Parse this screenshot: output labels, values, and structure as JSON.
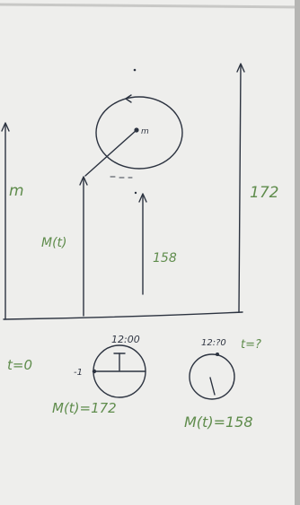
{
  "labels": {
    "m": "m",
    "circle_center": "m",
    "M_t": "M(t)",
    "height_158": "158",
    "height_172": "172",
    "t_zero": "t=0",
    "minus_one": "-1",
    "clock1_top": "12:00",
    "clock2_top": "12:?0",
    "t_question": "t=?",
    "M_t_172": "M(t)=172",
    "M_t_158": "M(t)=158"
  },
  "colors": {
    "board": "#eeeeec",
    "ink_dark": "#2c3340",
    "ink_green": "#5e8a4a"
  }
}
